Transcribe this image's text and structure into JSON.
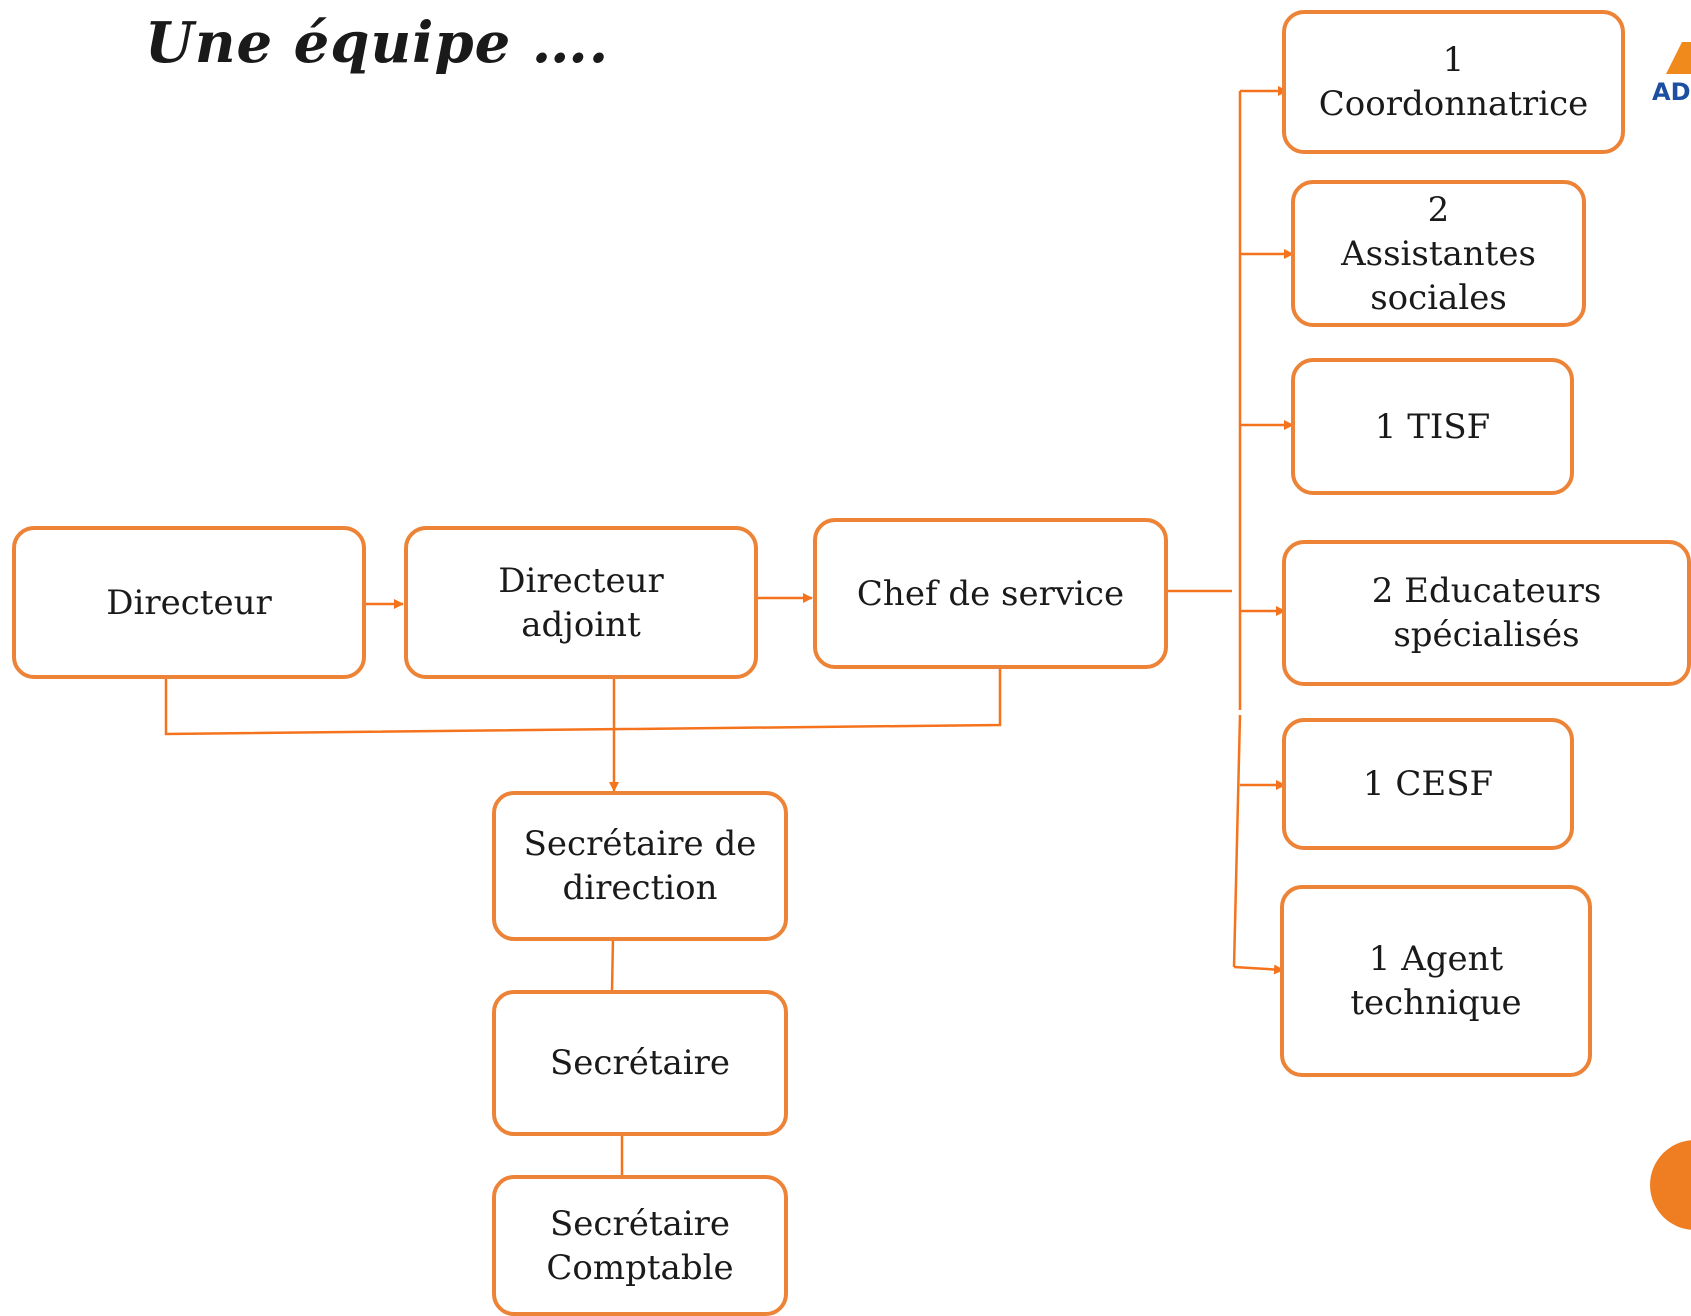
{
  "title": "Une équipe ….",
  "colors": {
    "accent": "#ec8336",
    "connector": "#f5731c",
    "text": "#1a1a1a",
    "logo": "#1d4fa0"
  },
  "logo": {
    "text": "AD",
    "icon": "logo-icon"
  },
  "boxes": {
    "directeur": "Directeur",
    "directeur_adjoint": "Directeur\nadjoint",
    "chef_de_service": "Chef de service",
    "secretaire_direction": "Secrétaire de\ndirection",
    "secretaire": "Secrétaire",
    "secretaire_comptable": "Secrétaire\nComptable",
    "coordonnatrice": "1\nCoordonnatrice",
    "assistantes_sociales": "2\nAssistantes\nsociales",
    "tisf": "1 TISF",
    "educateurs": "2 Educateurs\nspécialisés",
    "cesf": "1 CESF",
    "agent_technique": "1 Agent\ntechnique"
  }
}
